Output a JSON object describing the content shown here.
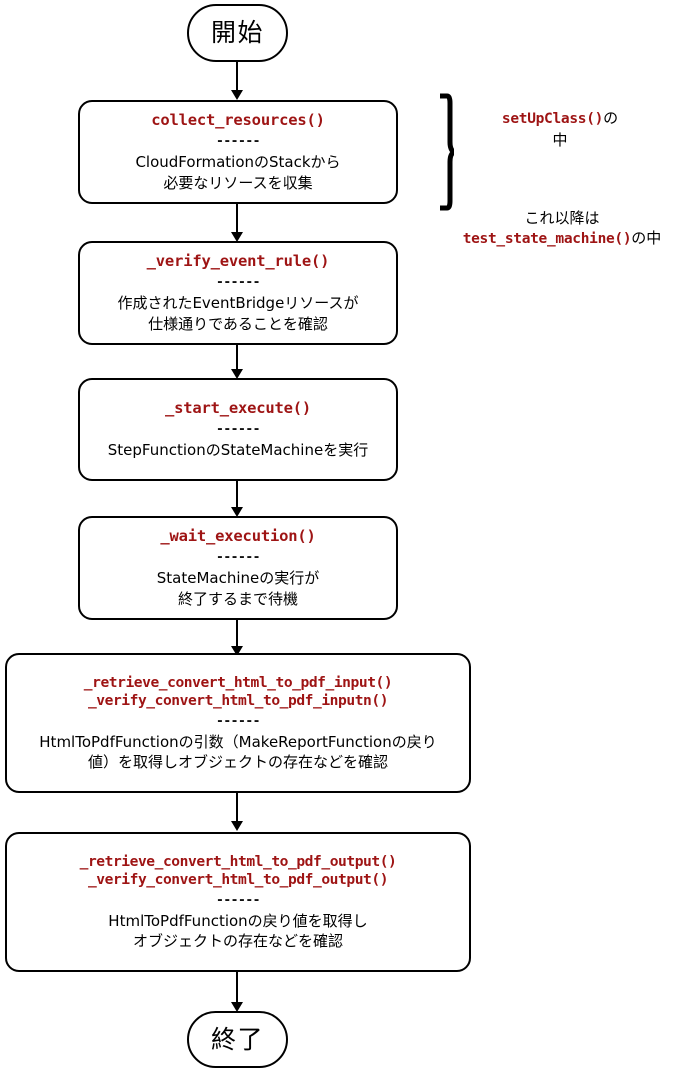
{
  "diagram": {
    "title_start": "開始",
    "title_end": "終了",
    "separator": "------",
    "accent_color": "#9e1414",
    "line_color": "#000000",
    "background": "#ffffff"
  },
  "nodes": [
    {
      "id": "start",
      "kind": "terminal",
      "label": "開始"
    },
    {
      "id": "collect-resources",
      "kind": "process",
      "fn_lines": [
        "collect_resources()"
      ],
      "separator": "------",
      "desc": "CloudFormationのStackから\n必要なリソースを収集"
    },
    {
      "id": "verify-event-rule",
      "kind": "process",
      "fn_lines": [
        "_verify_event_rule()"
      ],
      "separator": "------",
      "desc": "作成されたEventBridgeリソースが\n仕様通りであることを確認"
    },
    {
      "id": "start-execute",
      "kind": "process",
      "fn_lines": [
        "_start_execute()"
      ],
      "separator": "------",
      "desc": "StepFunctionのStateMachineを実行"
    },
    {
      "id": "wait-execution",
      "kind": "process",
      "fn_lines": [
        "_wait_execution()"
      ],
      "separator": "------",
      "desc": "StateMachineの実行が\n終了するまで待機"
    },
    {
      "id": "convert-html-to-pdf-input",
      "kind": "process",
      "fn_lines": [
        "_retrieve_convert_html_to_pdf_input()",
        "_verify_convert_html_to_pdf_inputn()"
      ],
      "separator": "------",
      "desc": "HtmlToPdfFunctionの引数（MakeReportFunctionの戻り\n値）を取得しオブジェクトの存在などを確認"
    },
    {
      "id": "convert-html-to-pdf-output",
      "kind": "process",
      "fn_lines": [
        "_retrieve_convert_html_to_pdf_output()",
        "_verify_convert_html_to_pdf_output()"
      ],
      "separator": "------",
      "desc": "HtmlToPdfFunctionの戻り値を取得し\nオブジェクトの存在などを確認"
    },
    {
      "id": "end",
      "kind": "terminal",
      "label": "終了"
    }
  ],
  "annotations": {
    "setup_scope": {
      "mono": "setUpClass()",
      "suffix": "の",
      "second_line": "中"
    },
    "test_scope": {
      "first_line": "これ以降は",
      "mono": "test_state_machine()",
      "suffix": "の中"
    }
  }
}
